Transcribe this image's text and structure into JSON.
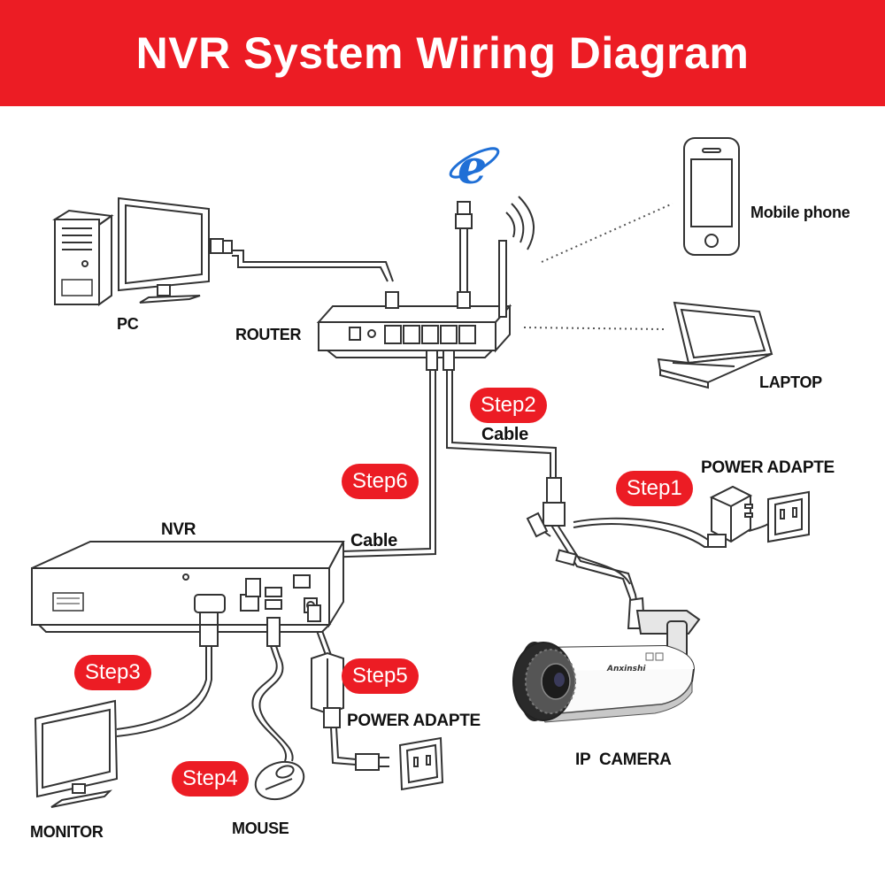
{
  "title": "NVR System Wiring Diagram",
  "colors": {
    "banner": "#ec1c24",
    "step_badge": "#ec1c24",
    "browser_icon": "#1f6fd6"
  },
  "labels": {
    "pc": "PC",
    "router": "ROUTER",
    "mobile_phone": "Mobile phone",
    "laptop": "LAPTOP",
    "nvr": "NVR",
    "cable_router_camera": "Cable",
    "cable_router_nvr": "Cable",
    "power_adapter_camera": "POWER ADAPTE",
    "power_adapter_nvr": "POWER ADAPTE",
    "ip_camera": "IP  CAMERA",
    "monitor": "MONITOR",
    "mouse": "MOUSE",
    "camera_brand": "Anxinshi"
  },
  "steps": {
    "step1": "Step1",
    "step2": "Step2",
    "step3": "Step3",
    "step4": "Step4",
    "step5": "Step5",
    "step6": "Step6"
  },
  "icons": {
    "browser": "internet-browser-icon",
    "wifi": "wifi-signal-icon"
  }
}
